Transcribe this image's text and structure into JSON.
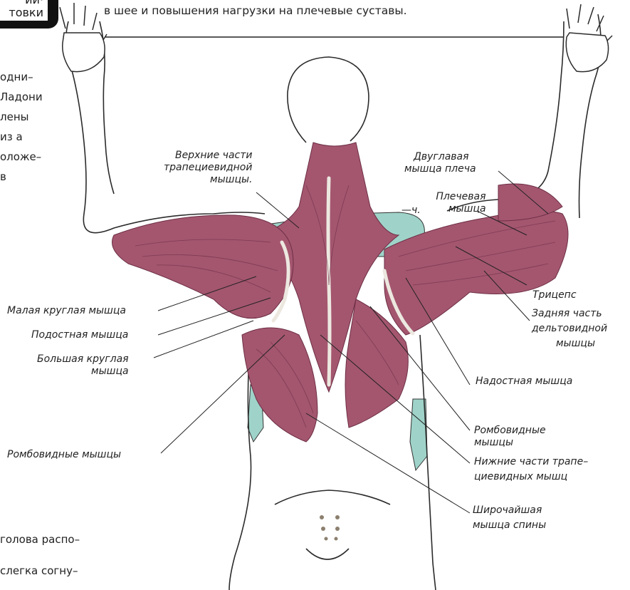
{
  "header": {
    "tab_line1": "ии·",
    "tab_line2": "товки",
    "intro_text": "в шее и повышения нагрузки на плечевые суставы."
  },
  "left_column": {
    "lines": [
      "одни–",
      "Ладони",
      "лены",
      "из а",
      "оложе–",
      "в"
    ],
    "bottom_lines": [
      "голова распо–",
      "слегка согну–"
    ]
  },
  "labels": {
    "upper_trap": [
      "Верхние части",
      "трапециевидной",
      "мышцы."
    ],
    "biceps": [
      "Двуглавая",
      "мышца плеча"
    ],
    "brachialis": [
      "Плечевая",
      "мышца"
    ],
    "ch_mark": "—ч.",
    "teres_minor": "Малая круглая мышца",
    "infraspinatus": "Подостная мышца",
    "teres_major": [
      "Большая круглая",
      "мышца"
    ],
    "rhomboids_left": "Ромбовидные мышцы",
    "triceps": "Трицепс",
    "posterior_deltoid": [
      "Задняя часть",
      "дельтовидной",
      "мышцы"
    ],
    "supraspinatus": "Надостная мышца",
    "rhomboids_right": [
      "Ромбовидные",
      "мышцы"
    ],
    "lower_trap": [
      "Нижние части трапе–",
      "циевидных мышц"
    ],
    "latissimus": [
      "Широчайшая",
      "мышца спины"
    ]
  },
  "colors": {
    "muscle": "#a4566f",
    "muscle_dark": "#7e3a52",
    "tendon": "#e9e6df",
    "chair": "#9fd3c9",
    "outline": "#2b2b2b"
  }
}
